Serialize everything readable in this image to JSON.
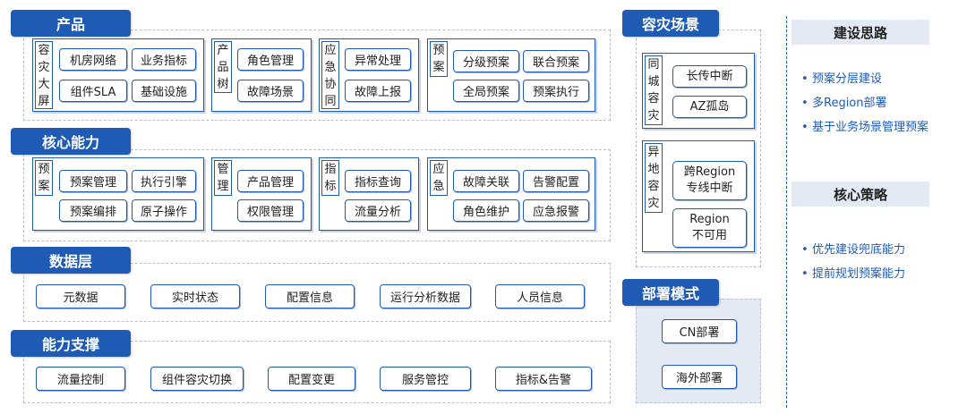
{
  "product": {
    "header": "产品",
    "groups": [
      {
        "label": "容灾大屏",
        "items": [
          "机房网络",
          "业务指标",
          "组件SLA",
          "基础设施"
        ]
      },
      {
        "label": "产品树",
        "items": [
          "角色管理",
          "故障场景"
        ]
      },
      {
        "label": "应急协同",
        "items": [
          "异常处理",
          "故障上报"
        ]
      },
      {
        "label": "预案",
        "items": [
          "分级预案",
          "联合预案",
          "全局预案",
          "预案执行"
        ]
      }
    ]
  },
  "core": {
    "header": "核心能力",
    "groups": [
      {
        "label": "预案",
        "items": [
          "预案管理",
          "执行引擎",
          "预案编排",
          "原子操作"
        ]
      },
      {
        "label": "管理",
        "items": [
          "产品管理",
          "权限管理"
        ]
      },
      {
        "label": "指标",
        "items": [
          "指标查询",
          "流量分析"
        ]
      },
      {
        "label": "应急",
        "items": [
          "故障关联",
          "告警配置",
          "角色维护",
          "应急报警"
        ]
      }
    ]
  },
  "data_layer": {
    "header": "数据层",
    "items": [
      "元数据",
      "实时状态",
      "配置信息",
      "运行分析数据",
      "人员信息"
    ]
  },
  "support": {
    "header": "能力支撑",
    "items": [
      "流量控制",
      "组件容灾切换",
      "配置变更",
      "服务管控",
      "指标&告警"
    ]
  },
  "dr_scenario": {
    "header": "容灾场景",
    "groups": [
      {
        "label": "同城容灾",
        "items": [
          "长传中断",
          "AZ孤岛"
        ]
      },
      {
        "label": "异地容灾",
        "items": [
          "跨Region\n专线中断",
          "Region\n不可用"
        ]
      }
    ]
  },
  "deploy": {
    "header": "部署模式",
    "items": [
      "CN部署",
      "海外部署"
    ]
  },
  "ideas": {
    "header": "建设思路",
    "bullets": [
      "预案分层建设",
      "多Region部署",
      "基于业务场景管理预案"
    ]
  },
  "strategy": {
    "header": "核心策略",
    "bullets": [
      "优先建设兜底能力",
      "提前规划预案能力"
    ]
  },
  "colors": {
    "accent": "#1f5bb5",
    "panel": "#e4eaf4"
  }
}
